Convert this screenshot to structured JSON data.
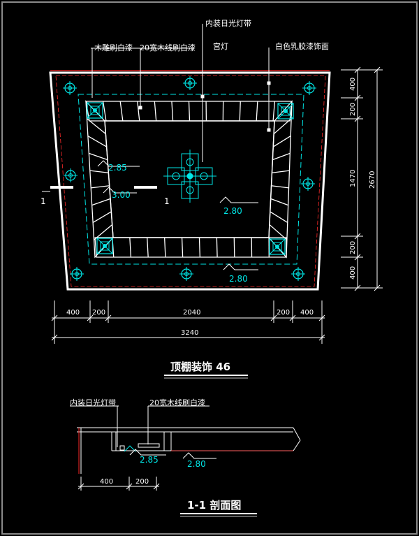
{
  "plan": {
    "title": "顶棚装饰 46",
    "labels": {
      "wood_carving": "木雕刷白漆",
      "wood_line": "20宽木线刷白漆",
      "light_strip": "内装日光灯带",
      "palace_lamp": "宫灯",
      "latex_paint": "白色乳胶漆饰面"
    },
    "elevations": {
      "e1": "2.85",
      "e2": "3.00",
      "e3": "2.80",
      "e4": "2.80"
    },
    "section_marker": "1",
    "dims_right": {
      "top": "400",
      "band_top": "200",
      "middle": "1470",
      "band_bottom": "200",
      "bottom": "400",
      "total": "2670"
    },
    "dims_bottom": {
      "left": "400",
      "band_left": "200",
      "middle": "2040",
      "band_right": "200",
      "right": "400",
      "total": "3240"
    }
  },
  "section": {
    "title": "1-1  剖面图",
    "labels": {
      "light_strip": "内装日光灯带",
      "wood_line": "20宽木线刷白漆"
    },
    "elevations": {
      "e1": "2.85",
      "e2": "2.80"
    },
    "dims": {
      "left": "400",
      "right": "200"
    }
  },
  "colors": {
    "background": "#000000",
    "line": "#ffffff",
    "cyan": "#00e5e5",
    "red": "#ff2a2a",
    "frame": "#8a8a8a"
  }
}
